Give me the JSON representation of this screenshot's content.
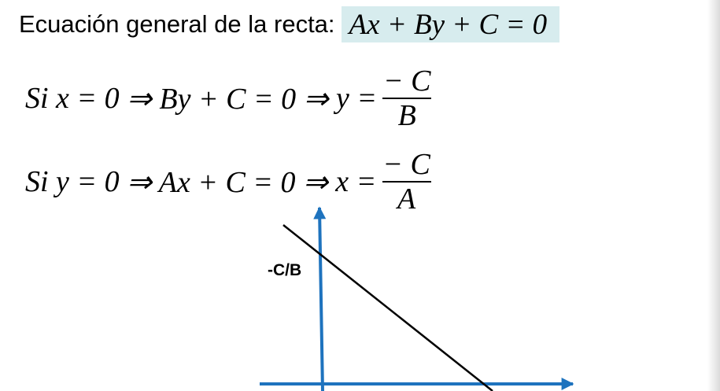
{
  "heading": {
    "label": "Ecuación general de la recta:",
    "equation": "Ax + By + C = 0"
  },
  "derivations": [
    {
      "condition": "Si x = 0",
      "step": "⇒ By + C = 0 ⇒",
      "result_var": "y =",
      "numerator": "− C",
      "denominator": "B"
    },
    {
      "condition": "Si y = 0",
      "step": "⇒ Ax + C = 0 ⇒",
      "result_var": "x =",
      "numerator": "− C",
      "denominator": "A"
    }
  ],
  "graph": {
    "y_intercept_label": "-C/B",
    "axis_color": "#1e73be",
    "line_color": "#000000"
  },
  "colors": {
    "highlight_background": "#d7ecee"
  }
}
